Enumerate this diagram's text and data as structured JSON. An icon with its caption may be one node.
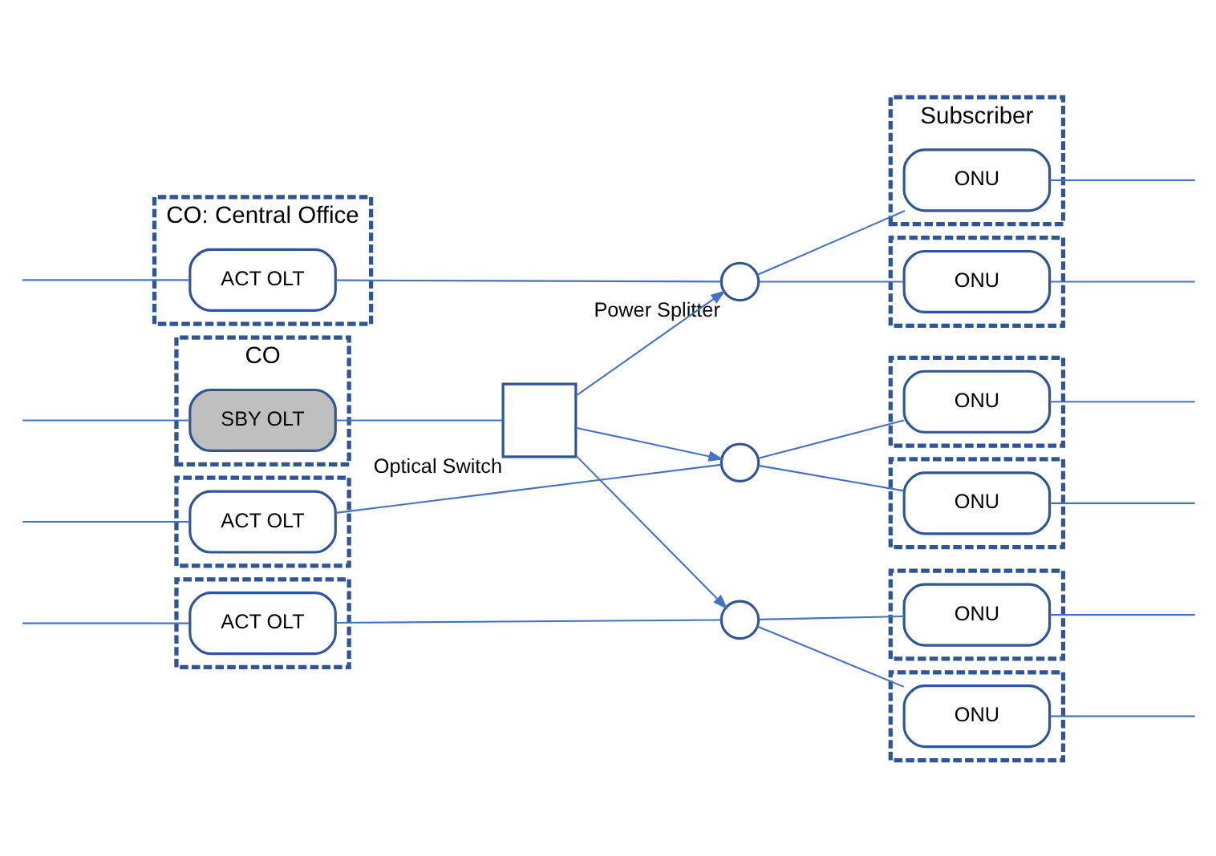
{
  "diagram": {
    "nodes": [
      {
        "text": [
          "CO: Central Office"
        ]
      },
      {
        "text": [
          "ACT OLT"
        ],
        "in": 0
      },
      {
        "text": [],
        "shape": "box"
      },
      {
        "text": [
          "ACT OLT"
        ],
        "in": 2
      },
      {
        "text": [],
        "shape": "box"
      },
      {
        "text": [
          "ACT OLT"
        ],
        "in": 4
      },
      {
        "text": [
          "CO"
        ]
      },
      {
        "text": [
          "SBY OLT"
        ],
        "in": 6
      },
      {
        "text": [
          "Power Splitter"
        ]
      },
      {
        "text": [],
        "shape": "circle"
      },
      {
        "text": [],
        "shape": "circle"
      },
      {
        "text": [
          "Optical Switch"
        ]
      },
      {
        "text": [
          "Subscriber"
        ]
      },
      {
        "text": [
          "ONU"
        ],
        "in": 12
      },
      {
        "text": [],
        "shape": "box"
      },
      {
        "text": [
          "ONU"
        ],
        "in": 14
      },
      {
        "text": [],
        "shape": "box"
      },
      {
        "text": [
          "ONU"
        ],
        "in": 16
      },
      {
        "text": [],
        "shape": "box"
      },
      {
        "text": [
          "ONU"
        ],
        "in": 18
      },
      {
        "text": [],
        "shape": "box"
      },
      {
        "text": [
          "ONU"
        ],
        "in": 20
      },
      {
        "text": [],
        "shape": "box"
      },
      {
        "text": [
          "ONU"
        ],
        "in": 22
      }
    ],
    "edges": [
      {
        "from": null,
        "to": 1,
        "arrow": "none"
      },
      {
        "from": null,
        "to": 3,
        "arrow": "none"
      },
      {
        "from": null,
        "to": 5,
        "arrow": "none"
      },
      {
        "from": null,
        "to": 7,
        "arrow": "none"
      },
      {
        "from": 1,
        "to": 8,
        "arrow": "none"
      },
      {
        "from": 3,
        "to": 9,
        "arrow": "none"
      },
      {
        "from": 5,
        "to": 10,
        "arrow": "none"
      },
      {
        "from": 7,
        "to": 11,
        "arrow": "none"
      },
      {
        "from": 11,
        "to": 8,
        "arrow": "to"
      },
      {
        "from": 11,
        "to": 9,
        "arrow": "to"
      },
      {
        "from": 11,
        "to": 10,
        "arrow": "to"
      },
      {
        "from": 8,
        "to": 13,
        "arrow": "none"
      },
      {
        "from": 8,
        "to": 15,
        "arrow": "none"
      },
      {
        "from": 9,
        "to": 17,
        "arrow": "none"
      },
      {
        "from": 9,
        "to": 19,
        "arrow": "none"
      },
      {
        "from": 10,
        "to": 21,
        "arrow": "none"
      },
      {
        "from": 10,
        "to": 23,
        "arrow": "none"
      },
      {
        "from": 13,
        "to": null,
        "arrow": "none"
      },
      {
        "from": 15,
        "to": null,
        "arrow": "none"
      },
      {
        "from": 17,
        "to": null,
        "arrow": "none"
      },
      {
        "from": 19,
        "to": null,
        "arrow": "none"
      },
      {
        "from": 21,
        "to": null,
        "arrow": "none"
      },
      {
        "from": 23,
        "to": null,
        "arrow": "none"
      }
    ]
  }
}
